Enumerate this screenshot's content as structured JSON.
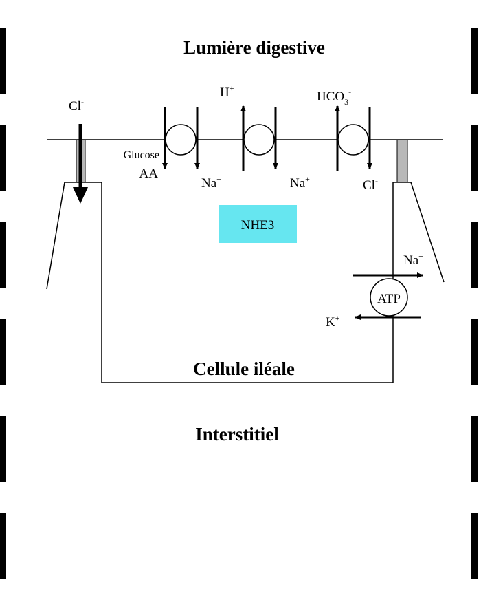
{
  "labels": {
    "lumen": "Lumière digestive",
    "cell": "Cellule iléale",
    "interstitium": "Interstitiel",
    "nhe3": "NHE3",
    "atp": "ATP",
    "cl_channel": "Cl",
    "cl_channel_sup": "-",
    "glucose": "Glucose",
    "aa": "AA",
    "na_1": "Na",
    "na_1_sup": "+",
    "h": "H",
    "h_sup": "+",
    "na_2": "Na",
    "na_2_sup": "+",
    "hco3": "HCO",
    "hco3_sub": "3",
    "hco3_sup": "-",
    "cl_exchanger": "Cl",
    "cl_exchanger_sup": "-",
    "na_pump": "Na",
    "na_pump_sup": "+",
    "k_pump": "K",
    "k_pump_sup": "+"
  },
  "colors": {
    "nhe3_box": "#66e6f0",
    "atp_text": "#cc2222",
    "channel_fill": "#b8b8b8"
  }
}
